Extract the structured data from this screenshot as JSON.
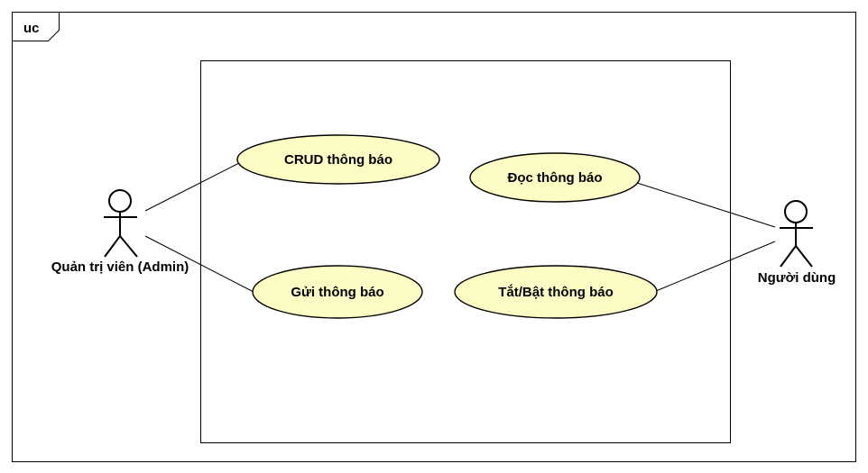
{
  "diagram": {
    "frame_label": "uc",
    "colors": {
      "usecase_fill": "#fcfcc4",
      "actor_head_fill": "#fcfcc4",
      "stroke": "#000000"
    },
    "actors": [
      {
        "id": "admin",
        "label": "Quản trị viên (Admin)"
      },
      {
        "id": "user",
        "label": "Người dùng"
      }
    ],
    "use_cases": [
      {
        "id": "crud",
        "label": "CRUD thông báo"
      },
      {
        "id": "send",
        "label": "Gửi thông báo"
      },
      {
        "id": "read",
        "label": "Đọc thông báo"
      },
      {
        "id": "toggle",
        "label": "Tắt/Bật thông báo"
      }
    ],
    "associations": [
      {
        "from": "admin",
        "to": "crud"
      },
      {
        "from": "admin",
        "to": "send"
      },
      {
        "from": "user",
        "to": "read"
      },
      {
        "from": "user",
        "to": "toggle"
      }
    ]
  }
}
